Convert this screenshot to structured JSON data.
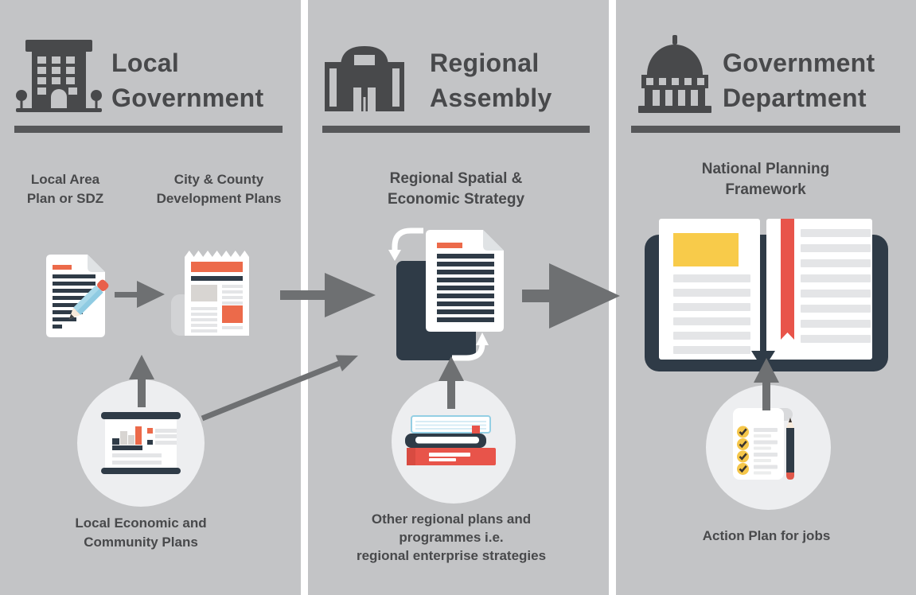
{
  "colors": {
    "bg": "#c3c4c6",
    "gutter": "#ffffff",
    "dark": "#48494b",
    "divider": "#565759",
    "arrow": "#6e7072",
    "navy": "#2f3b47",
    "orange": "#ec6a4a",
    "red": "#e8544a",
    "darkred": "#d84b41",
    "yellow": "#f8cb4a",
    "blue": "#94cfe4",
    "lightblue": "#a9d9ea",
    "midblue": "#8fcbe2",
    "stripe": "#d7ecf5",
    "circle": "#edeef0",
    "linegray": "#e4e5e7",
    "photogray": "#d8d5d2",
    "curlgray": "#d2d3d5",
    "fold": "#e0e3e5",
    "pencilwood": "#f7eadb",
    "checkdark": "#3b3430"
  },
  "columns": [
    {
      "id": "local-government",
      "title": "Local\nGovernment",
      "icon": "office-building",
      "labels": {
        "left": "Local Area\nPlan or SDZ",
        "right": "City & County\nDevelopment Plans",
        "bottom": "Local Economic and\nCommunity Plans"
      }
    },
    {
      "id": "regional-assembly",
      "title": "Regional\nAssembly",
      "icon": "assembly-hall",
      "labels": {
        "main": "Regional Spatial &\nEconomic Strategy",
        "bottom": "Other regional plans and\nprogrammes i.e.\nregional enterprise strategies"
      }
    },
    {
      "id": "government-department",
      "title": "Government\nDepartment",
      "icon": "capitol-building",
      "labels": {
        "main": "National Planning\nFramework",
        "bottom": "Action Plan for jobs"
      }
    }
  ]
}
